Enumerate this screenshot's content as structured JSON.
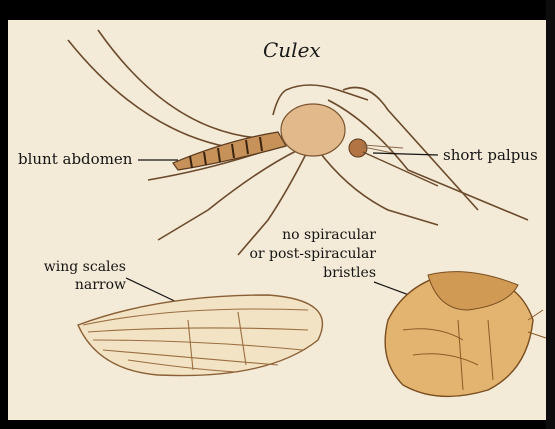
{
  "title": "Culex",
  "labels": {
    "blunt_abdomen": "blunt abdomen",
    "short_palpus": "short palpus",
    "wing_scales_line1": "wing scales",
    "wing_scales_line2": "narrow",
    "bristles_line1": "no spiracular",
    "bristles_line2": "or post-spiracular",
    "bristles_line3": "bristles"
  },
  "colors": {
    "background": "#f3ead7",
    "body": "#c7925a",
    "outline": "#5a3a1e",
    "text": "#151515"
  }
}
